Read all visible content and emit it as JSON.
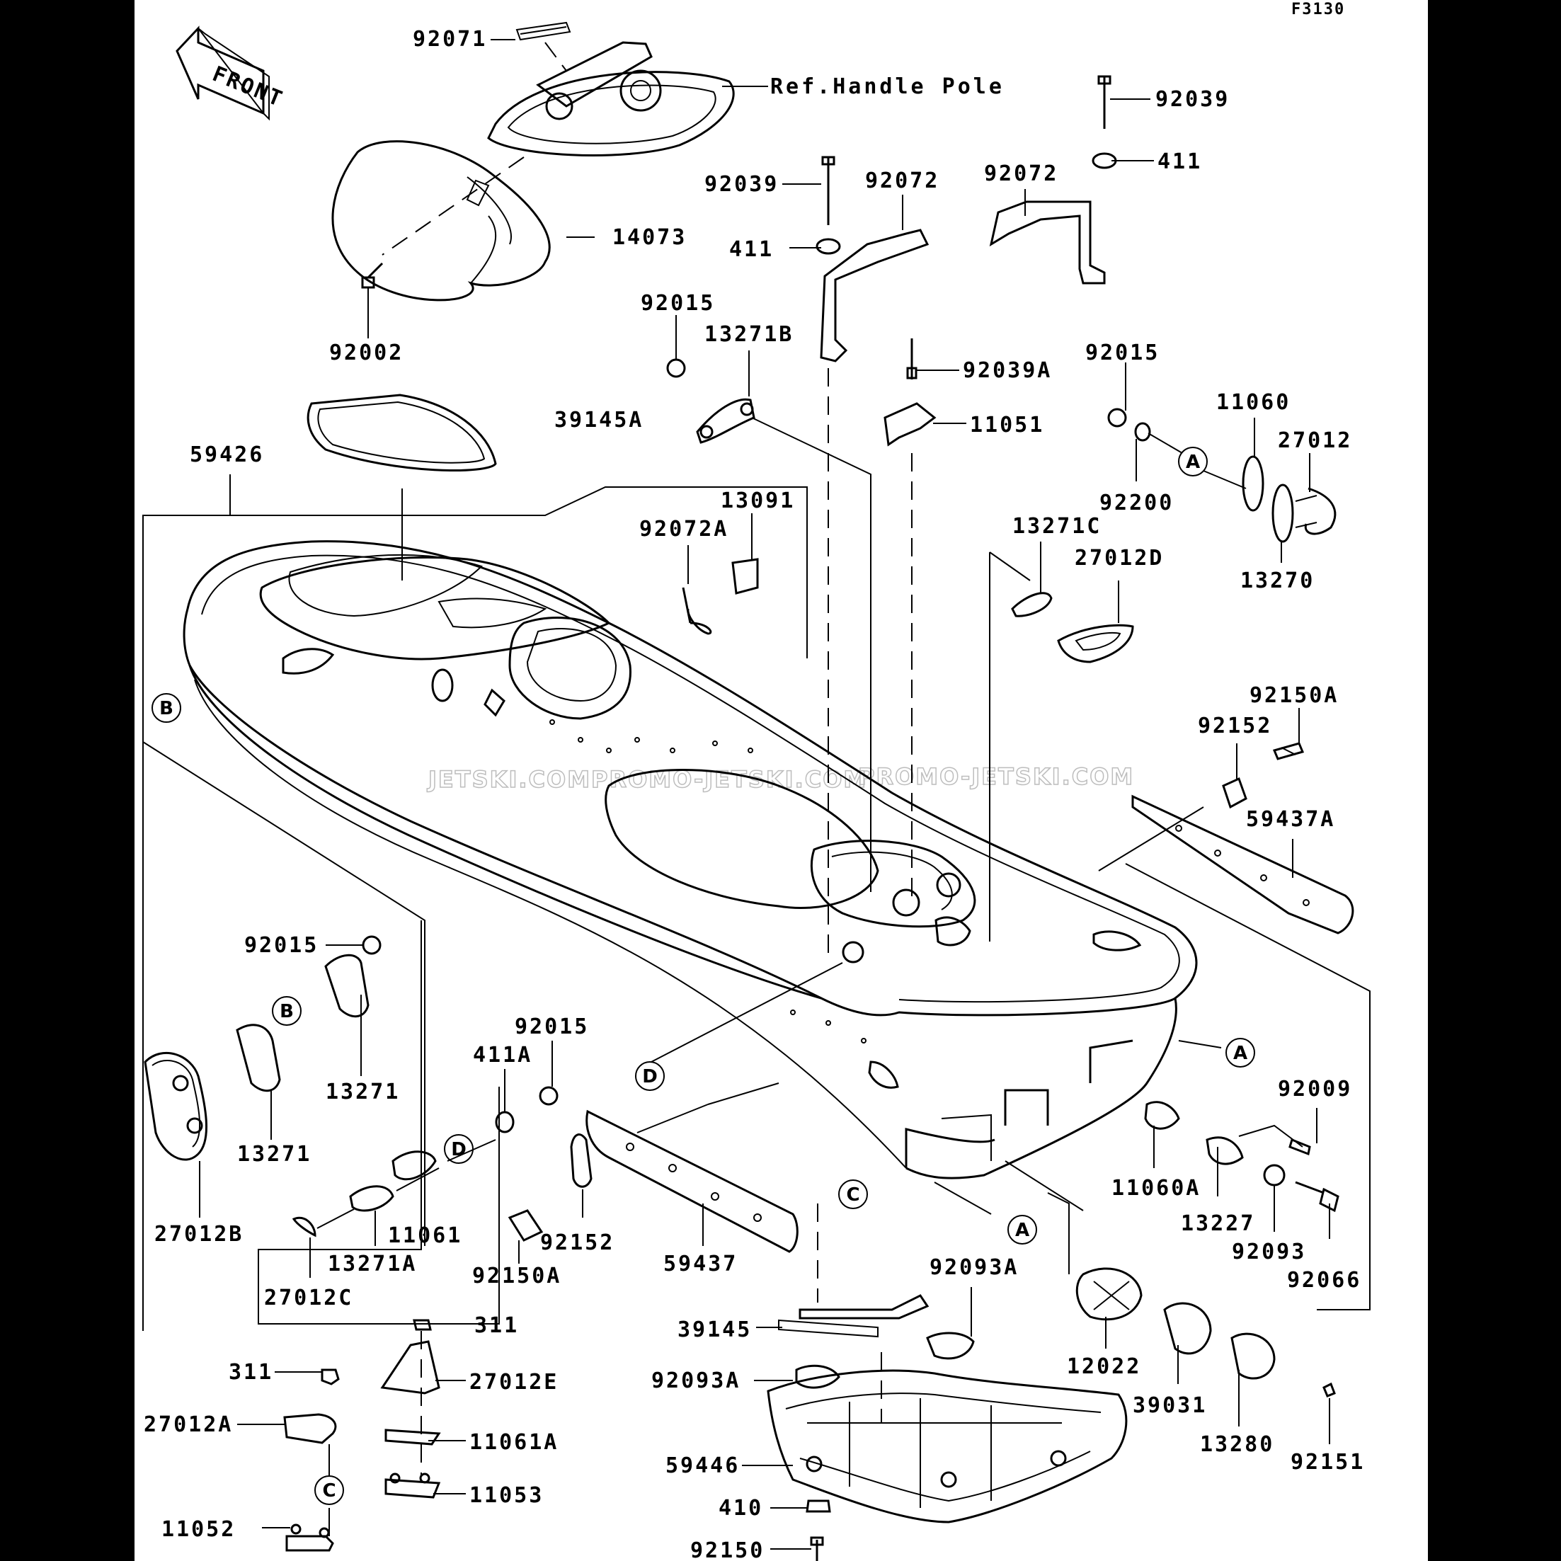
{
  "diagram_code": "F3130",
  "front_arrow_label": "FRONT",
  "reference_note": "Ref.Handle Pole",
  "watermarks": [
    "JETSKI.COM",
    "PROMO-JETSKI.COM",
    "PROMO-JETSKI.COM"
  ],
  "callout_letters": {
    "A": "A",
    "B": "B",
    "C": "C",
    "D": "D"
  },
  "part_labels": {
    "p92071": "92071",
    "p14073": "14073",
    "p92002": "92002",
    "p39145A": "39145A",
    "p59426": "59426",
    "p92039_top": "92039",
    "p411_top": "411",
    "p92072_right": "92072",
    "p92039_mid": "92039",
    "p92072_mid": "92072",
    "p411_mid": "411",
    "p92015_top": "92015",
    "p13271B": "13271B",
    "p92039A": "92039A",
    "p11051": "11051",
    "p92015_right": "92015",
    "p11060": "11060",
    "p27012": "27012",
    "p92200": "92200",
    "p13270": "13270",
    "p13091": "13091",
    "p92072A": "92072A",
    "p13271C": "13271C",
    "p27012D": "27012D",
    "p92150A_right": "92150A",
    "p92152_right": "92152",
    "p59437A": "59437A",
    "p92015_left": "92015",
    "p13271_upper": "13271",
    "p13271_lower": "13271",
    "p27012B": "27012B",
    "p411A": "411A",
    "p92015_center": "92015",
    "p11061": "11061",
    "p13271A": "13271A",
    "p27012C": "27012C",
    "p92150A_left": "92150A",
    "p92152_left": "92152",
    "p59437": "59437",
    "p92009": "92009",
    "p11060A": "11060A",
    "p13227": "13227",
    "p92093": "92093",
    "p92066": "92066",
    "p92093A_upper": "92093A",
    "p39145": "39145",
    "p92093A_lower": "92093A",
    "p59446": "59446",
    "p410": "410",
    "p92150": "92150",
    "p12022": "12022",
    "p39031": "39031",
    "p13280": "13280",
    "p92151": "92151",
    "p311_right": "311",
    "p27012E": "27012E",
    "p11061A": "11061A",
    "p11053": "11053",
    "p311_left": "311",
    "p27012A": "27012A",
    "p11052": "11052"
  }
}
